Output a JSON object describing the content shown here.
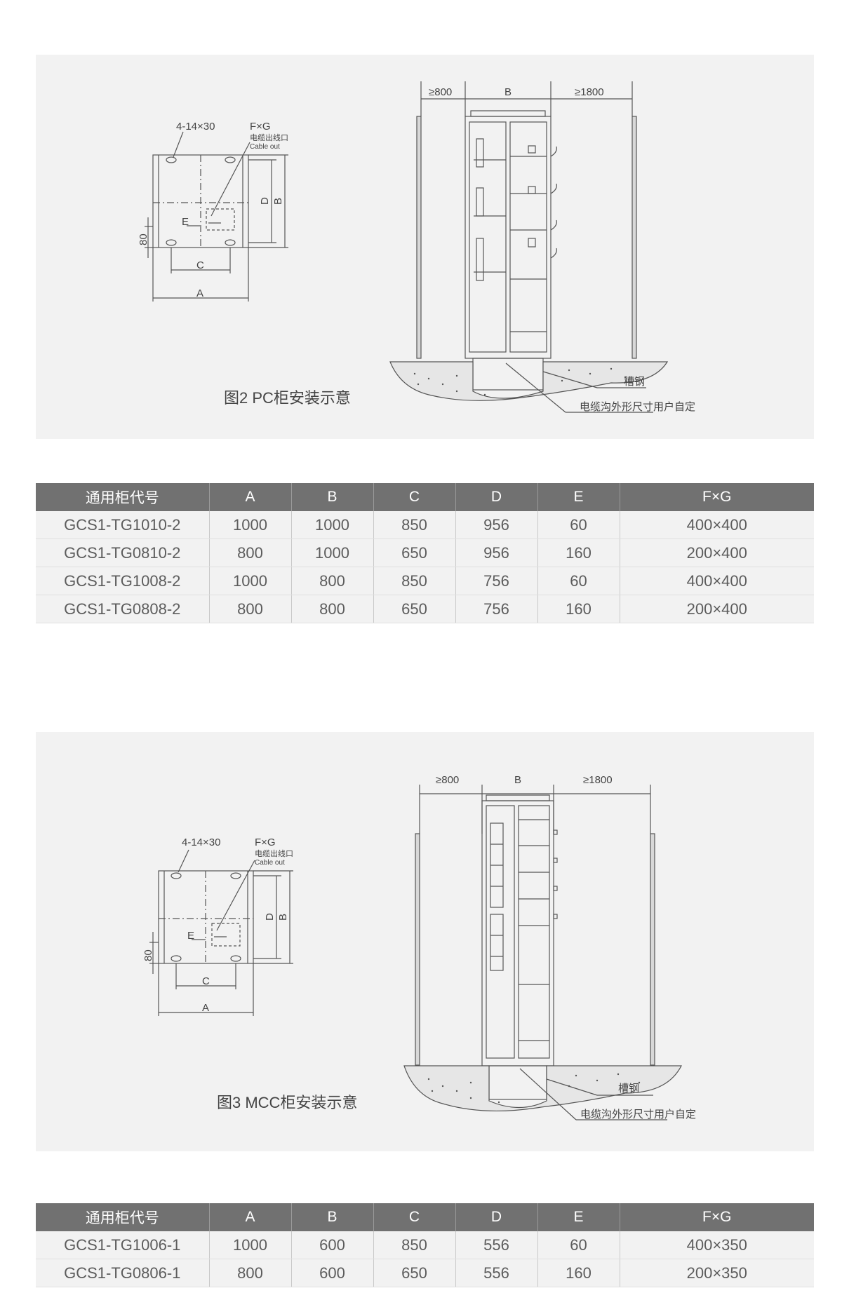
{
  "figure_pc": {
    "caption": "图2 PC柜安装示意",
    "hole_spec": "4-14×30",
    "fxg": "F×G",
    "cable_out_cn": "电缆出线口",
    "cable_out_en": "Cable out",
    "dim_a": "A",
    "dim_b": "B",
    "dim_c": "C",
    "dim_d": "D",
    "dim_e": "E",
    "dim_80": "80",
    "clear_left": "≥800",
    "clear_right": "≥1800",
    "channel_steel": "槽钢",
    "trench_note": "电缆沟外形尺寸用户自定"
  },
  "figure_mcc": {
    "caption": "图3 MCC柜安装示意",
    "hole_spec": "4-14×30",
    "fxg": "F×G",
    "cable_out_cn": "电缆出线口",
    "cable_out_en": "Cable out",
    "dim_a": "A",
    "dim_b": "B",
    "dim_c": "C",
    "dim_d": "D",
    "dim_e": "E",
    "dim_80": "80",
    "clear_left": "≥800",
    "clear_right": "≥1800",
    "channel_steel": "槽钢",
    "trench_note": "电缆沟外形尺寸用户自定"
  },
  "table_pc": {
    "headers": [
      "通用柜代号",
      "A",
      "B",
      "C",
      "D",
      "E",
      "F×G"
    ],
    "rows": [
      [
        "GCS1-TG1010-2",
        "1000",
        "1000",
        "850",
        "956",
        "60",
        "400×400"
      ],
      [
        "GCS1-TG0810-2",
        "800",
        "1000",
        "650",
        "956",
        "160",
        "200×400"
      ],
      [
        "GCS1-TG1008-2",
        "1000",
        "800",
        "850",
        "756",
        "60",
        "400×400"
      ],
      [
        "GCS1-TG0808-2",
        "800",
        "800",
        "650",
        "756",
        "160",
        "200×400"
      ]
    ]
  },
  "table_mcc": {
    "headers": [
      "通用柜代号",
      "A",
      "B",
      "C",
      "D",
      "E",
      "F×G"
    ],
    "rows": [
      [
        "GCS1-TG1006-1",
        "1000",
        "600",
        "850",
        "556",
        "60",
        "400×350"
      ],
      [
        "GCS1-TG0806-1",
        "800",
        "600",
        "650",
        "556",
        "160",
        "200×350"
      ]
    ]
  }
}
